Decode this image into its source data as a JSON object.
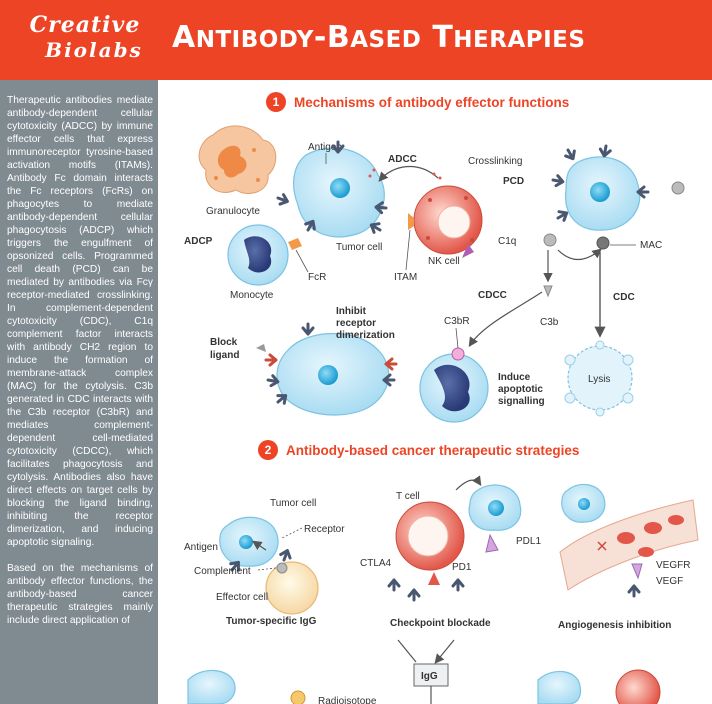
{
  "header": {
    "logo_line1": "Creative",
    "logo_line2": "Biolabs",
    "title_big1": "A",
    "title_small1": "NTIBODY",
    "title_sep": "-",
    "title_big2": "B",
    "title_small2": "ASED",
    "title_big3": "T",
    "title_small3": "HERAPIES",
    "brand_color": "#ee4426"
  },
  "sidebar": {
    "paragraph1": "Therapeutic antibodies mediate antibody-dependent cellular cytotoxicity (ADCC) by immune effector cells that express immunoreceptor tyrosine-based activation motifs (ITAMs). Antibody Fc domain interacts the Fc receptors (FcRs) on phagocytes to mediate antibody-dependent cellular phagocytosis (ADCP) which triggers the engulfment of opsonized cells. Programmed cell death (PCD) can be mediated by antibodies via Fcγ receptor-mediated crosslinking. In complement-dependent cytotoxicity (CDC), C1q complement factor interacts with antibody CH2 region to induce the formation of membrane-attack complex (MAC) for the cytolysis. C3b generated in CDC interacts with the C3b receptor (C3bR) and mediates complement-dependent cell-mediated cytotoxicity (CDCC), which facilitates phagocytosis and cytolysis. Antibodies also have direct effects on target cells by blocking the ligand binding, inhibiting the receptor dimerization, and inducing apoptotic signaling.",
    "paragraph2": "Based on the mechanisms of antibody effector functions, the antibody-based cancer therapeutic strategies mainly include direct application of",
    "bg_color": "#808a91"
  },
  "section1": {
    "number": "1",
    "title": "Mechanisms of  antibody effector functions"
  },
  "section2": {
    "number": "2",
    "title": "Antibody-based cancer therapeutic strategies"
  },
  "labels": {
    "antigen": "Antigen",
    "adcc": "ADCC",
    "granulocyte": "Granulocyte",
    "adcp": "ADCP",
    "tumor_cell": "Tumor cell",
    "monocyte": "Monocyte",
    "fcr": "FcR",
    "itam": "ITAM",
    "nk_cell": "NK cell",
    "crosslinking": "Crosslinking",
    "pcd": "PCD",
    "c1q": "C1q",
    "mac": "MAC",
    "cdcc": "CDCC",
    "c3b": "C3b",
    "cdc": "CDC",
    "lysis": "Lysis",
    "c3br": "C3bR",
    "block_ligand_1": "Block",
    "block_ligand_2": "ligand",
    "inhibit_1": "Inhibit",
    "inhibit_2": "receptor",
    "inhibit_3": "dimerization",
    "induce_1": "Induce",
    "induce_2": "apoptotic",
    "induce_3": "signalling",
    "s2_tumor_cell": "Tumor cell",
    "receptor": "Receptor",
    "s2_antigen": "Antigen",
    "complement": "Complement",
    "effector_cell": "Effector cell",
    "tumor_specific_igg": "Tumor-specific IgG",
    "t_cell": "T cell",
    "pdl1": "PDL1",
    "ctla4": "CTLA4",
    "pd1": "PD1",
    "checkpoint_blockade": "Checkpoint blockade",
    "vegfr": "VEGFR",
    "vegf": "VEGF",
    "angiogenesis_inhibition": "Angiogenesis inhibition",
    "igg": "IgG",
    "radioisotope": "Radioisotope"
  }
}
